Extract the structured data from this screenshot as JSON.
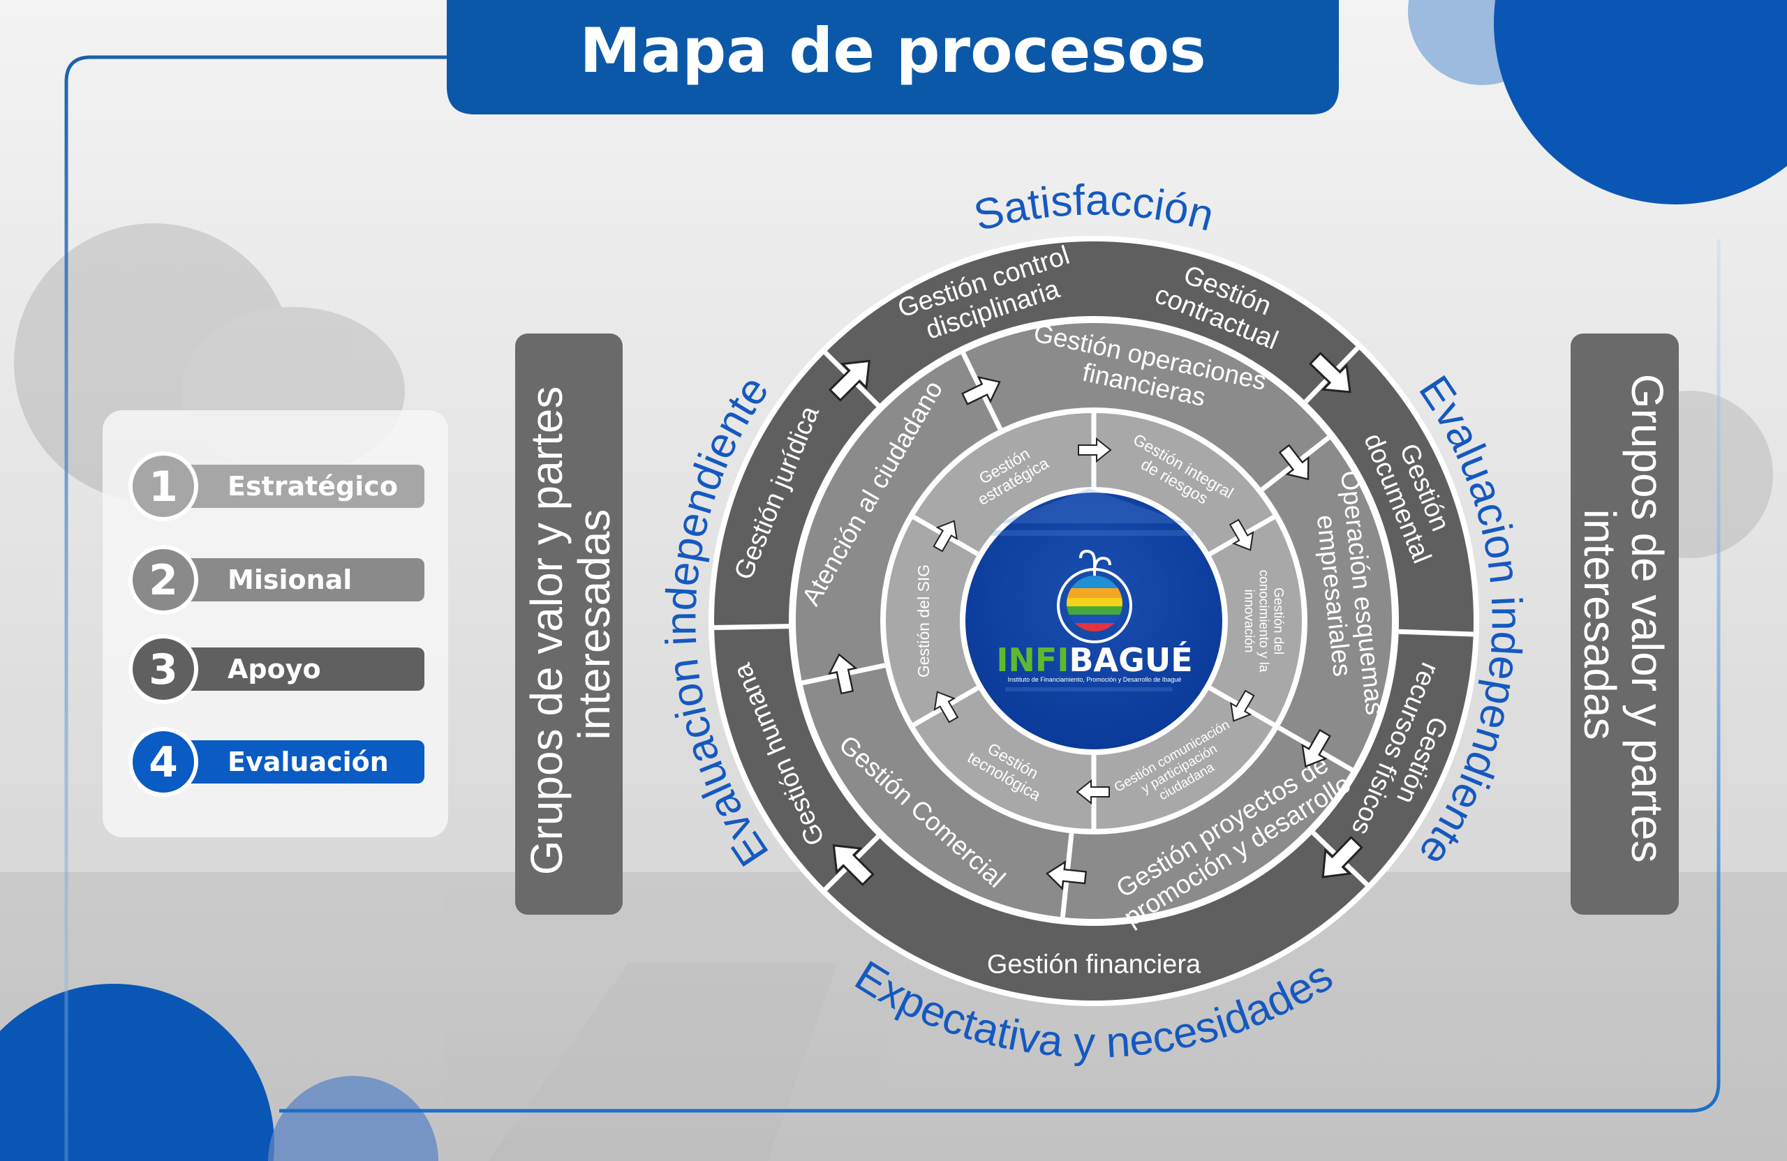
{
  "title": "Mapa de procesos",
  "legend": [
    {
      "number": "1",
      "label": "Estratégico",
      "color": "#a6a6a6"
    },
    {
      "number": "2",
      "label": "Misional",
      "color": "#8a8a8a"
    },
    {
      "number": "3",
      "label": "Apoyo",
      "color": "#606060"
    },
    {
      "number": "4",
      "label": "Evaluación",
      "color": "#0a5bc4"
    }
  ],
  "stakeholders": {
    "left": [
      "Grupos de valor y partes",
      "interesadas"
    ],
    "right": [
      "Grupos de valor y partes",
      "interesadas"
    ]
  },
  "outer_labels": {
    "top": "Satisfacción",
    "bottom": "Expectativa y necesidades",
    "left": "Evaluacion independiente",
    "right": "Evaluacion independiente"
  },
  "rings": {
    "support": [
      {
        "lines": [
          "Gestión jurídica"
        ]
      },
      {
        "lines": [
          "Gestión control",
          "disciplinaria"
        ]
      },
      {
        "lines": [
          "Gestión",
          "contractual"
        ]
      },
      {
        "lines": [
          "Gestión",
          "documental"
        ]
      },
      {
        "lines": [
          "Gestión",
          "recursos físicos"
        ]
      },
      {
        "lines": [
          "Gestión financiera"
        ]
      },
      {
        "lines": [
          "Gestión humana"
        ]
      }
    ],
    "missional": [
      {
        "lines": [
          "Atención al ciudadano"
        ]
      },
      {
        "lines": [
          "Gestión operaciones",
          "financieras"
        ]
      },
      {
        "lines": [
          "Operación esquemas",
          "empresariales"
        ]
      },
      {
        "lines": [
          "Gestión proyectos de",
          "promoción y desarrollo"
        ]
      },
      {
        "lines": [
          "Gestión Comercial"
        ]
      }
    ],
    "strategic": [
      {
        "lines": [
          "Gestión",
          "estratégica"
        ]
      },
      {
        "lines": [
          "Gestión integral",
          "de riesgos"
        ]
      },
      {
        "lines": [
          "Gestión del",
          "conocimiento y la",
          "innovación"
        ]
      },
      {
        "lines": [
          "Gestión comunicación",
          "y participación",
          "ciudadana"
        ]
      },
      {
        "lines": [
          "Gestión",
          "tecnológica"
        ]
      },
      {
        "lines": [
          "Gestión del SIG"
        ]
      }
    ]
  },
  "logo": {
    "brand_green": "INFI",
    "brand_white": "BAGUÉ",
    "tagline": "Instituto de Financiamiento, Promoción y Desarrollo de Ibagué"
  },
  "colors": {
    "brand_blue": "#0b58a8",
    "text_blue": "#1559c0",
    "ring_outer": "#5f5f5f",
    "ring_middle": "#8b8b8b",
    "ring_inner": "#a8a8a8"
  }
}
